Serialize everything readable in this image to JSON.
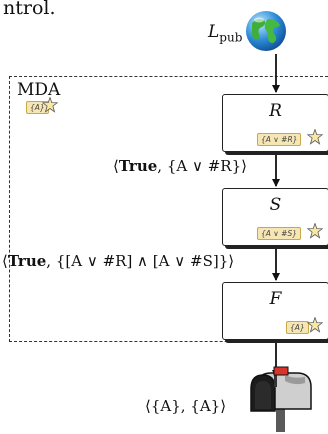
{
  "top_text": "ntrol.",
  "source": {
    "label_main": "L",
    "label_sub": "pub"
  },
  "frame": {
    "label": "MDA",
    "tag": "{A}"
  },
  "nodes": [
    {
      "name": "R",
      "tag": "{A ∨ #R}"
    },
    {
      "name": "S",
      "tag": "{A ∨ #S}"
    },
    {
      "name": "F",
      "tag": "{A}"
    }
  ],
  "edges": [
    {
      "label_open": "⟨",
      "label_bold": "True",
      "label_rest": ", {A ∨ #R}⟩"
    },
    {
      "label_open": "⟨",
      "label_bold": "True",
      "label_rest": ", {[A ∨ #R] ∧ [A ∨ #S]}⟩"
    }
  ],
  "output": {
    "label": "⟨{A}, {A}⟩"
  },
  "icons": {
    "source": "globe-icon",
    "sink": "mailbox-icon",
    "tag_marker": "star-icon"
  },
  "colors": {
    "tag_fill": "#f6e6b4",
    "tag_border": "#c9a84a",
    "star_fill": "#f7e9a3"
  }
}
